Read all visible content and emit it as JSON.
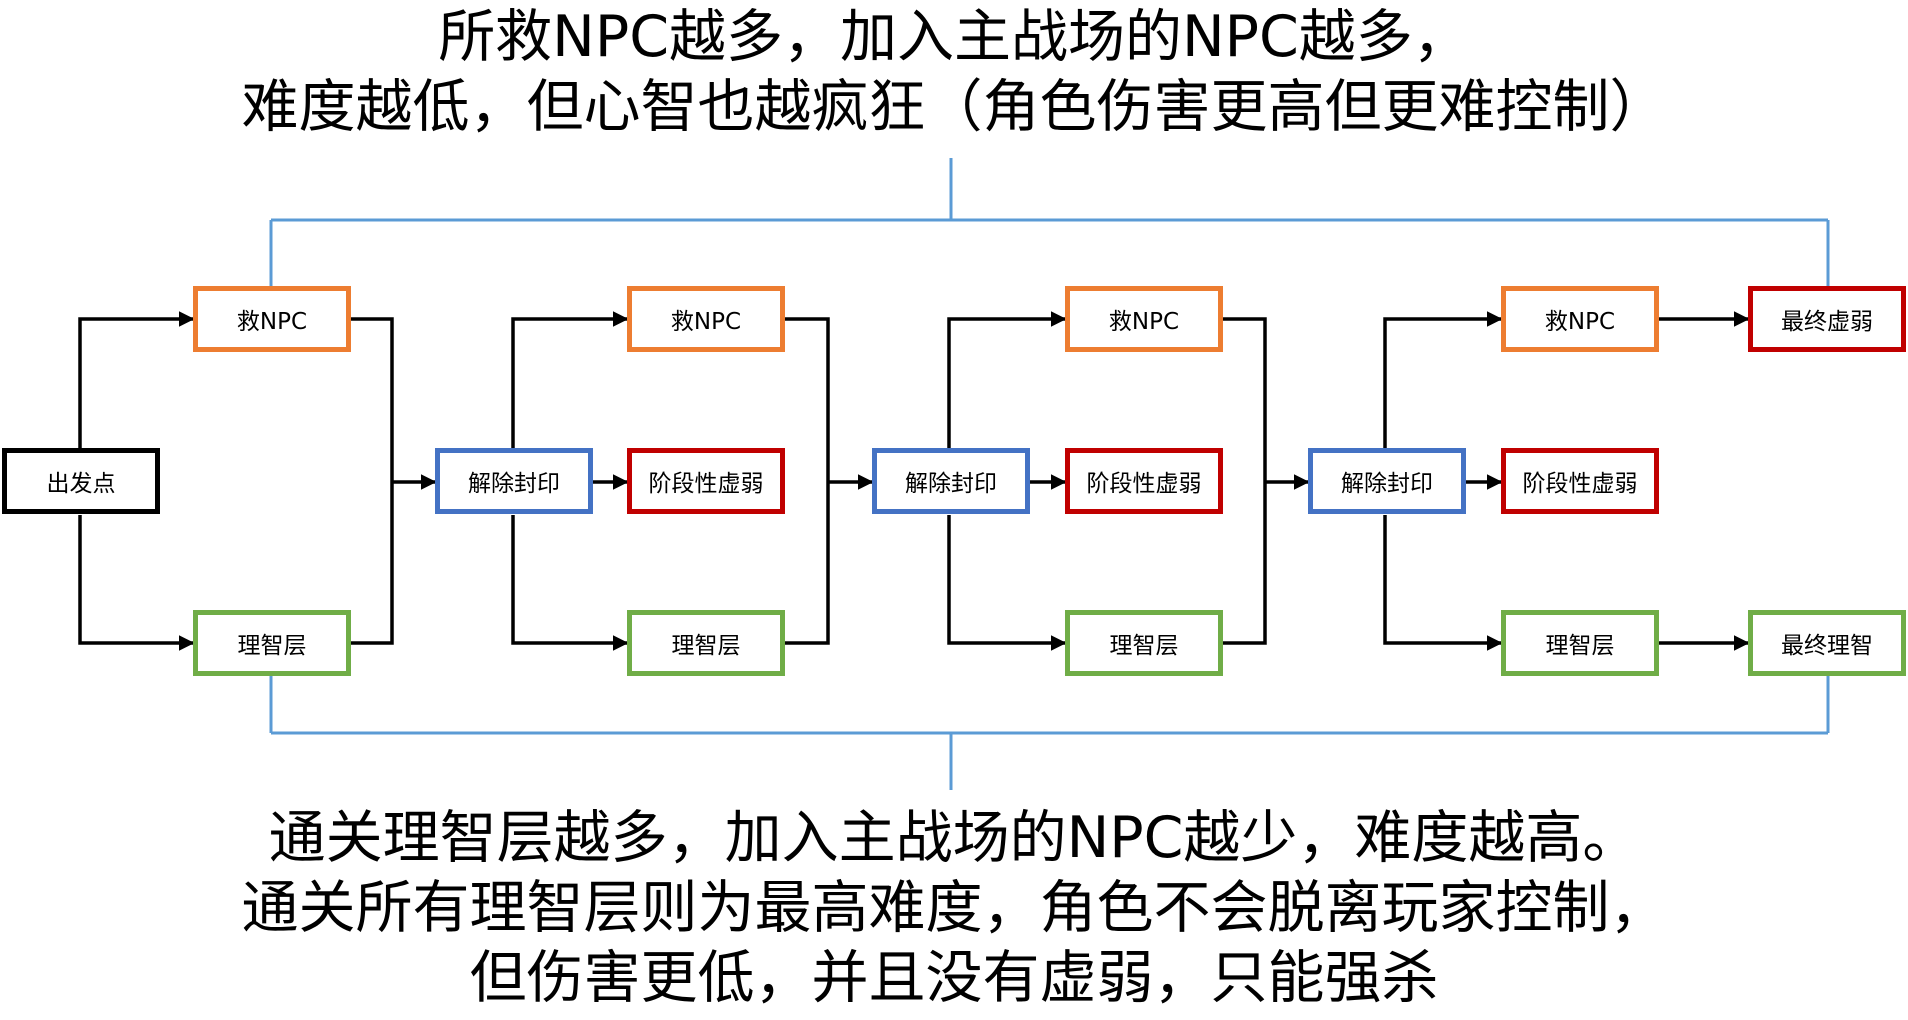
{
  "captions": {
    "top": [
      "所救NPC越多，加入主战场的NPC越多，",
      "难度越低，但心智也越疯狂（角色伤害更高但更难控制）"
    ],
    "bottom": [
      "通关理智层越多，加入主战场的NPC越少，难度越高。",
      "通关所有理智层则为最高难度，角色不会脱离玩家控制，",
      "但伤害更低，并且没有虚弱，只能强杀"
    ]
  },
  "colors": {
    "start": "#000000",
    "rescue": "#ED7D31",
    "unseal": "#4472C4",
    "weak": "#C00000",
    "sanity": "#70AD47",
    "bracket": "#5B9BD5",
    "arrow": "#000000"
  },
  "nodes": {
    "start": "出发点",
    "rescue_1": "救NPC",
    "sanity_1": "理智层",
    "unseal_1": "解除封印",
    "weak_1": "阶段性虚弱",
    "rescue_2": "救NPC",
    "sanity_2": "理智层",
    "unseal_2": "解除封印",
    "weak_2": "阶段性虚弱",
    "rescue_3": "救NPC",
    "sanity_3": "理智层",
    "unseal_3": "解除封印",
    "weak_3": "阶段性虚弱",
    "rescue_4": "救NPC",
    "sanity_4": "理智层",
    "final_weak": "最终虚弱",
    "final_sanity": "最终理智"
  }
}
